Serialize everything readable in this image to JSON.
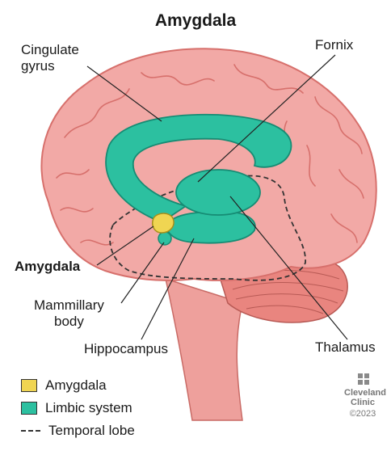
{
  "title": "Amygdala",
  "labels": {
    "cingulate_gyrus": [
      "Cingulate",
      "gyrus"
    ],
    "fornix": "Fornix",
    "amygdala": "Amygdala",
    "mammillary_body": [
      "Mammillary",
      "body"
    ],
    "hippocampus": "Hippocampus",
    "thalamus": "Thalamus"
  },
  "legend": [
    {
      "label": "Amygdala",
      "color": "#f0d552",
      "style": "swatch"
    },
    {
      "label": "Limbic system",
      "color": "#2cc0a0",
      "style": "swatch"
    },
    {
      "label": "Temporal lobe",
      "color": "#333333",
      "style": "dashed"
    }
  ],
  "branding": {
    "name_line1": "Cleveland",
    "name_line2": "Clinic",
    "copyright": "©2023"
  },
  "colors": {
    "brain": "#f2a9a6",
    "brain_dark": "#d7706c",
    "cerebellum": "#e9857f",
    "limbic": "#2cc0a0",
    "limbic_dark": "#168c74",
    "amygdala": "#f0d552"
  }
}
